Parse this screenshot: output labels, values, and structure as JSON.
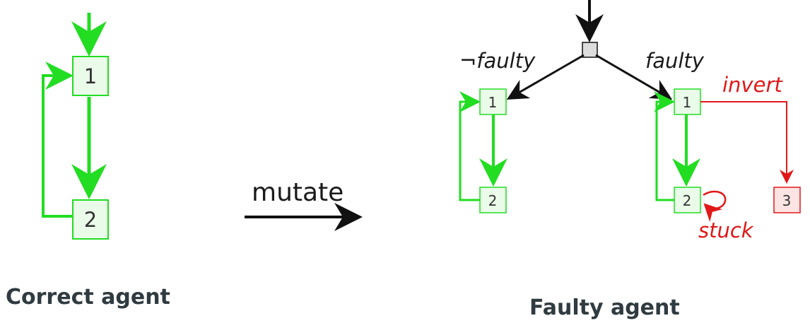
{
  "correct": {
    "states": [
      "1",
      "2"
    ],
    "caption": "Correct agent"
  },
  "transform": {
    "label": "mutate"
  },
  "faulty": {
    "branch_negative": "¬faulty",
    "branch_positive": "faulty",
    "left_states": [
      "1",
      "2"
    ],
    "right_states": [
      "1",
      "2",
      "3"
    ],
    "invert_label": "invert",
    "stuck_label": "stuck",
    "caption": "Faulty agent"
  },
  "colors": {
    "ok": "#22dd22",
    "ok_fill": "#eafbea",
    "fault": "#e01818",
    "fault_fill": "#fde4e4",
    "black": "#111111",
    "caption": "#2f3b40"
  }
}
